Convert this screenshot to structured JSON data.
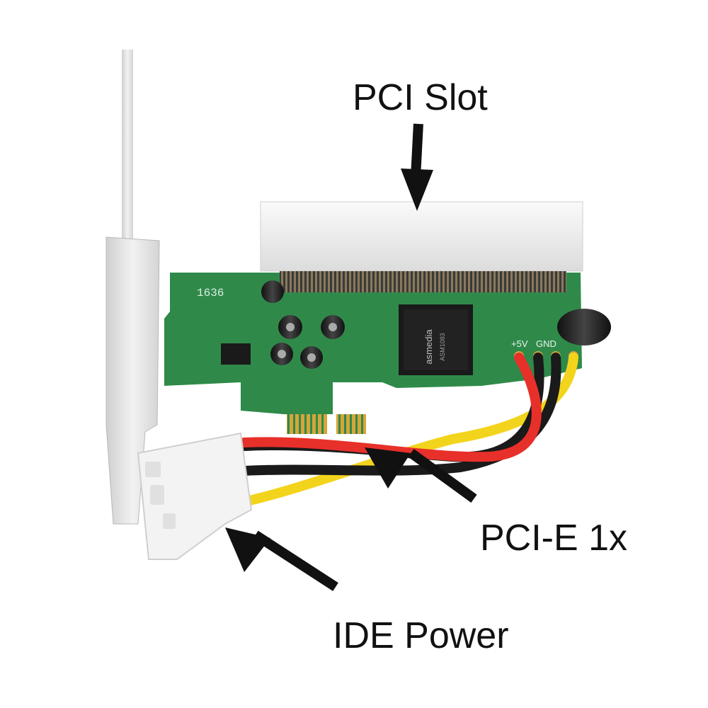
{
  "callouts": {
    "pci_slot": "PCI Slot",
    "pcie": "PCI-E 1x",
    "ide_power": "IDE Power"
  },
  "board": {
    "silkscreen_number": "1636",
    "chip_brand": "asmedia",
    "chip_model": "ASM1083",
    "pin_labels": [
      "+5V",
      "GND"
    ]
  },
  "colors": {
    "pcb": "#2f8a4a",
    "slot": "#efeff0",
    "bracket": "#e2e2e2",
    "wire_red": "#e8302a",
    "wire_black": "#1a1a1a",
    "wire_yellow": "#f3d41c",
    "gold": "#d6a53a",
    "arrow": "#111111"
  }
}
